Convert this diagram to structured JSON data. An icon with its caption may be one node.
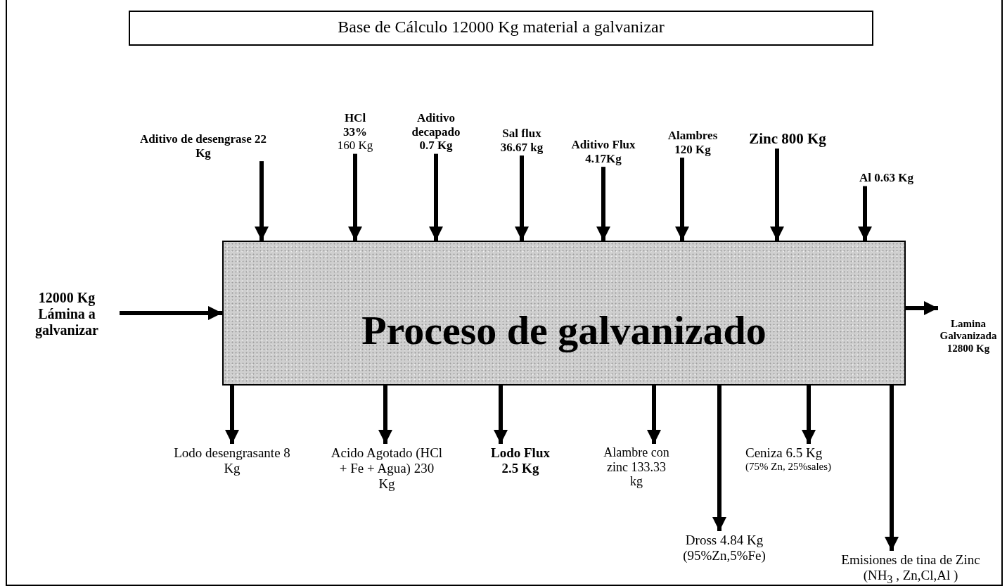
{
  "diagram": {
    "nodes": [
      {
        "text": [
          "Base de Cálculo 12000 Kg material a galvanizar"
        ]
      },
      {
        "text": [
          "Proceso de galvanizado"
        ]
      },
      {
        "text": [
          "Aditivo de desengrase 22 Kg"
        ]
      },
      {
        "text": [
          "**HCl 33%** 160 Kg"
        ]
      },
      {
        "text": [
          "Aditivo decapado 0.7 Kg"
        ]
      },
      {
        "text": [
          "Sal flux 36.67 kg"
        ]
      },
      {
        "text": [
          "Aditivo Flux 4.17Kg"
        ]
      },
      {
        "text": [
          "Alambres 120 Kg"
        ]
      },
      {
        "text": [
          "Zinc 800 Kg"
        ]
      },
      {
        "text": [
          "Al 0.63 Kg"
        ]
      },
      {
        "text": [
          "12000 Kg Lámina a galvanizar"
        ]
      },
      {
        "text": [
          "Lamina Galvanizada 12800 Kg"
        ]
      },
      {
        "text": [
          "Lodo desengrasante 8 Kg"
        ]
      },
      {
        "text": [
          "Acido Agotado (HCl + Fe + Agua) 230 Kg"
        ]
      },
      {
        "text": [
          "Lodo Flux 2.5 Kg"
        ]
      },
      {
        "text": [
          "Alambre con zinc 133.33 kg"
        ]
      },
      {
        "text": [
          "Dross 4.84 Kg (95%Zn,5%Fe)"
        ]
      },
      {
        "text": [
          "Ceniza 6.5 Kg",
          "(75% Zn, 25%sales)"
        ]
      },
      {
        "text": [
          "Emisiones de tina de Zinc (NH$_{3}$ , Zn,Cl,Al )"
        ]
      }
    ],
    "edges": [
      {
        "from": 2,
        "to": 1,
        "arrow": "to"
      },
      {
        "from": 3,
        "to": 1,
        "arrow": "to"
      },
      {
        "from": 4,
        "to": 1,
        "arrow": "to"
      },
      {
        "from": 5,
        "to": 1,
        "arrow": "to"
      },
      {
        "from": 6,
        "to": 1,
        "arrow": "to"
      },
      {
        "from": 7,
        "to": 1,
        "arrow": "to"
      },
      {
        "from": 8,
        "to": 1,
        "arrow": "to"
      },
      {
        "from": 9,
        "to": 1,
        "arrow": "to"
      },
      {
        "from": 10,
        "to": 1,
        "arrow": "to"
      },
      {
        "from": 1,
        "to": 11,
        "arrow": "to"
      },
      {
        "from": 1,
        "to": 12,
        "arrow": "to"
      },
      {
        "from": 1,
        "to": 13,
        "arrow": "to"
      },
      {
        "from": 1,
        "to": 14,
        "arrow": "to"
      },
      {
        "from": 1,
        "to": 15,
        "arrow": "to"
      },
      {
        "from": 1,
        "to": 16,
        "arrow": "to"
      },
      {
        "from": 1,
        "to": 17,
        "arrow": "to"
      },
      {
        "from": 1,
        "to": 18,
        "arrow": "to"
      }
    ]
  }
}
